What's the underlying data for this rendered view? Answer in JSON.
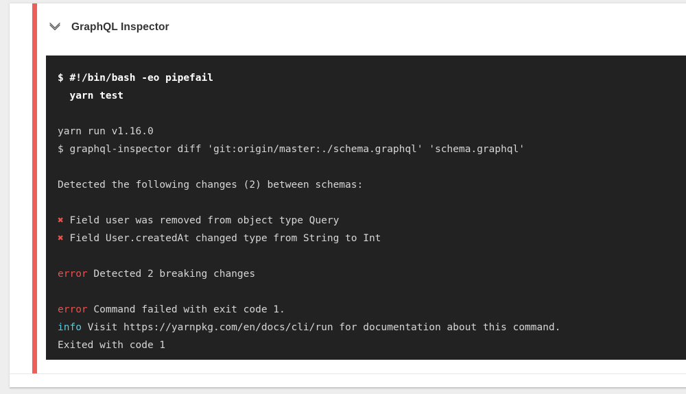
{
  "section": {
    "title": "GraphQL Inspector",
    "chevron_icon": "chevron-down-icon",
    "status_color": "#ec5f5b",
    "expanded": true
  },
  "terminal": {
    "background_color": "#222222",
    "text_color": "#d6d6d6",
    "error_color": "#e8524f",
    "info_color": "#5ec8d8",
    "lines": [
      {
        "style": "bold",
        "text": "$ #!/bin/bash -eo pipefail"
      },
      {
        "style": "bold",
        "text": "  yarn test"
      },
      {
        "style": "blank",
        "text": " "
      },
      {
        "style": "plain",
        "text": "yarn run v1.16.0"
      },
      {
        "style": "plain",
        "text": "$ graphql-inspector diff 'git:origin/master:./schema.graphql' 'schema.graphql'"
      },
      {
        "style": "blank",
        "text": " "
      },
      {
        "style": "plain",
        "text": "Detected the following changes (2) between schemas:"
      },
      {
        "style": "blank",
        "text": " "
      },
      {
        "style": "marker",
        "marker": "✖",
        "text": " Field user was removed from object type Query"
      },
      {
        "style": "marker",
        "marker": "✖",
        "text": " Field User.createdAt changed type from String to Int"
      },
      {
        "style": "blank",
        "text": " "
      },
      {
        "style": "tagged",
        "tag": "error",
        "tag_kind": "error",
        "text": " Detected 2 breaking changes"
      },
      {
        "style": "blank",
        "text": " "
      },
      {
        "style": "tagged",
        "tag": "error",
        "tag_kind": "error",
        "text": " Command failed with exit code 1."
      },
      {
        "style": "tagged",
        "tag": "info",
        "tag_kind": "info",
        "text": " Visit https://yarnpkg.com/en/docs/cli/run for documentation about this command."
      },
      {
        "style": "plain",
        "text": "Exited with code 1"
      }
    ]
  }
}
